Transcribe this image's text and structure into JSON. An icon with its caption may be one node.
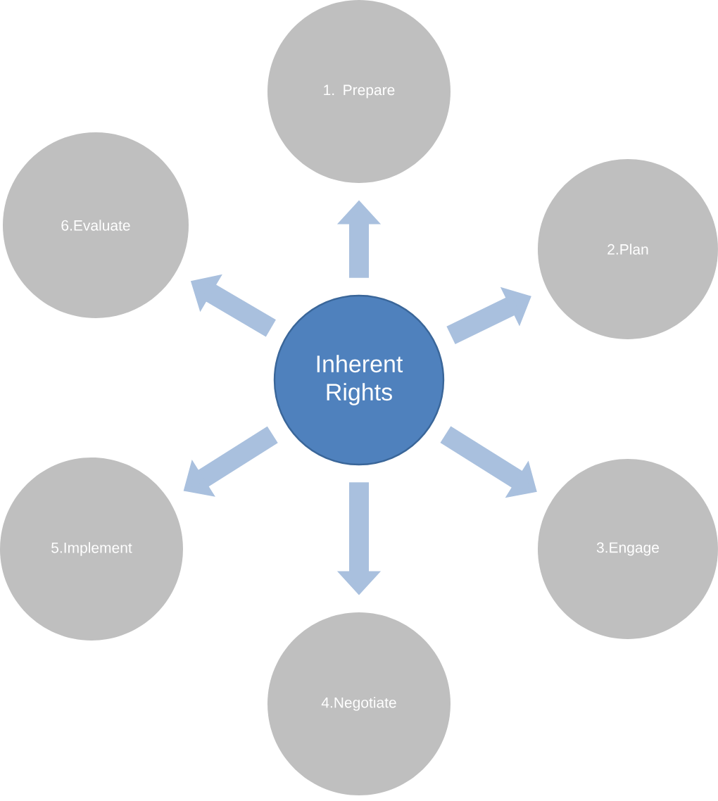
{
  "diagram": {
    "nodes": [
      {
        "text": [
          "Inherent Rights"
        ]
      },
      {
        "text": [
          "1. Prepare"
        ]
      },
      {
        "text": [
          "2.Plan"
        ]
      },
      {
        "text": [
          "3.Engage"
        ]
      },
      {
        "text": [
          "4.Negotiate"
        ]
      },
      {
        "text": [
          "5.Implement"
        ]
      },
      {
        "text": [
          "6.Evaluate"
        ]
      }
    ],
    "edges": [
      {
        "from": 0,
        "to": 1,
        "arrow": "to"
      },
      {
        "from": 0,
        "to": 2,
        "arrow": "to"
      },
      {
        "from": 0,
        "to": 3,
        "arrow": "to"
      },
      {
        "from": 0,
        "to": 4,
        "arrow": "to"
      },
      {
        "from": 0,
        "to": 5,
        "arrow": "to"
      },
      {
        "from": 0,
        "to": 6,
        "arrow": "to"
      }
    ]
  }
}
